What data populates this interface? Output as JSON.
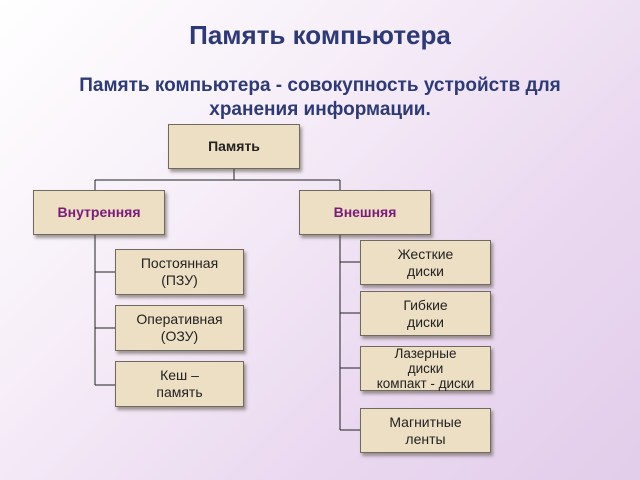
{
  "slide": {
    "title": "Память компьютера",
    "subtitle_line1": "Память компьютера - совокупность устройств для",
    "subtitle_line2": "хранения информации."
  },
  "diagram": {
    "root": "Память",
    "internal": {
      "label": "Внутренняя",
      "children": [
        {
          "line1": "Постоянная",
          "line2": "(ПЗУ)"
        },
        {
          "line1": "Оперативная",
          "line2": "(ОЗУ)"
        },
        {
          "line1": "Кеш –",
          "line2": "память"
        }
      ]
    },
    "external": {
      "label": "Внешняя",
      "children": [
        {
          "line1": "Жесткие",
          "line2": "диски"
        },
        {
          "line1": "Гибкие",
          "line2": "диски"
        },
        {
          "line1": "Лазерные",
          "line2": "диски",
          "line3": "компакт - диски"
        },
        {
          "line1": "Магнитные",
          "line2": "ленты"
        }
      ]
    }
  },
  "colors": {
    "title": "#2e3a78",
    "box_fill": "#eddfc4",
    "branch_label": "#7a1a7a"
  }
}
